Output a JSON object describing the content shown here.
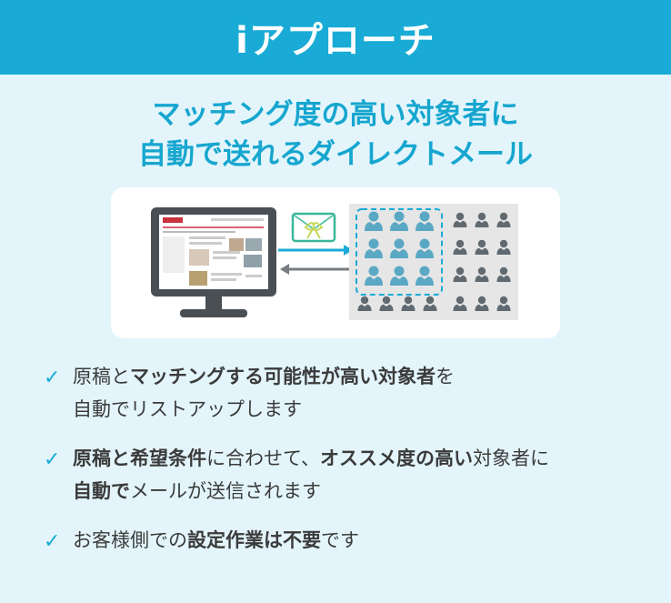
{
  "header": {
    "title": "iアプローチ"
  },
  "subtitle": {
    "line1": "マッチング度の高い対象者に",
    "line2": "自動で送れるダイレクトメール"
  },
  "illustration": {
    "icons": [
      "monitor-icon",
      "envelope-icon",
      "arrow-right-icon",
      "arrow-left-icon",
      "person-icon"
    ],
    "colors": {
      "accent": "#19abd6",
      "highlight": "#5aa8c4",
      "muted": "#606a70",
      "panel": "#e6e6e6"
    }
  },
  "bullets": [
    {
      "parts": [
        {
          "text": "原稿と",
          "bold": false
        },
        {
          "text": "マッチングする可能性が高い対象者",
          "bold": true
        },
        {
          "text": "を",
          "bold": false
        },
        {
          "text": "自動でリストアップします",
          "bold": false
        }
      ]
    },
    {
      "parts": [
        {
          "text": "原稿と希望条件",
          "bold": true
        },
        {
          "text": "に合わせて、",
          "bold": false
        },
        {
          "text": "オススメ度の高い",
          "bold": true
        },
        {
          "text": "対象者に",
          "bold": false
        },
        {
          "text": "自動で",
          "bold": true
        },
        {
          "text": "メールが送信されます",
          "bold": false
        }
      ]
    },
    {
      "parts": [
        {
          "text": "お客様側での",
          "bold": false
        },
        {
          "text": "設定作業は不要",
          "bold": true
        },
        {
          "text": "です",
          "bold": false
        }
      ]
    }
  ],
  "check_icon": "✓"
}
